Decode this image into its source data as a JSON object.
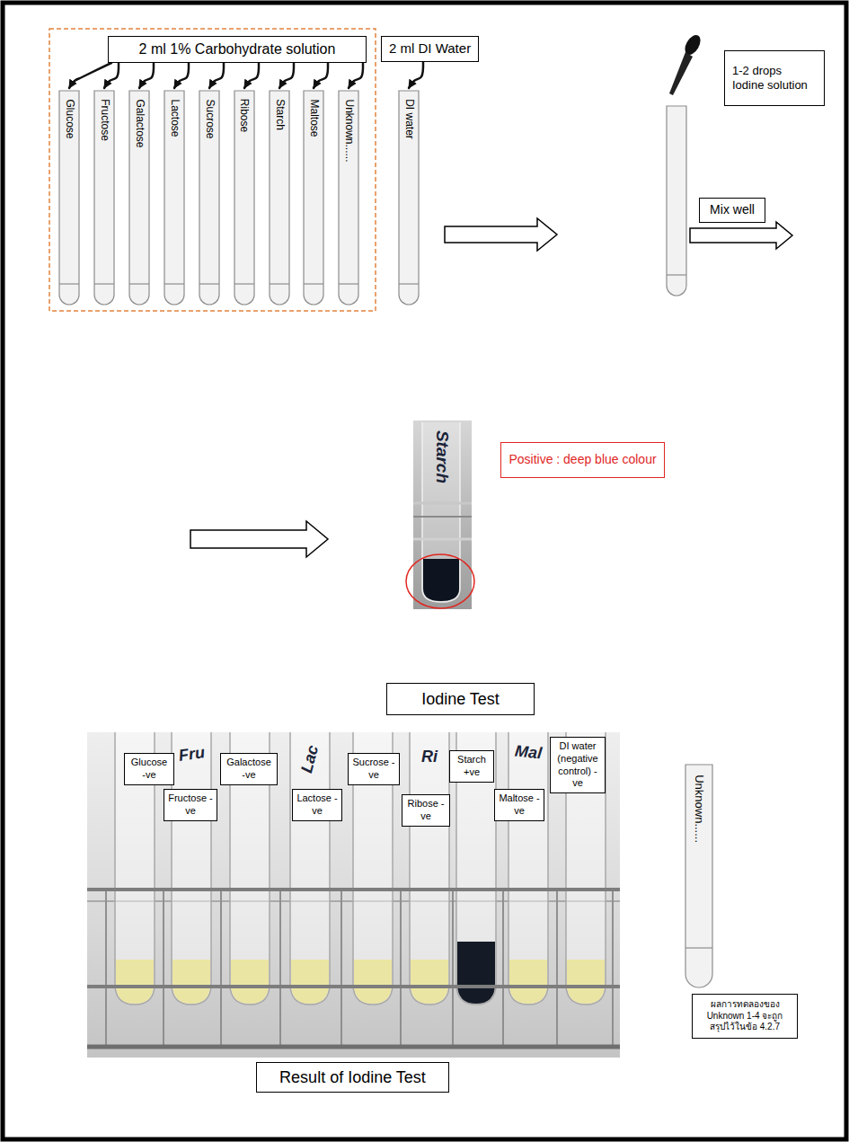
{
  "diagram": {
    "nodes": [
      {
        "text": [
          "2 ml 1% Carbohydrate solution"
        ]
      },
      {
        "text": [
          "2 ml DI Water"
        ]
      },
      {
        "text": [
          "1-2 drops Iodine solution"
        ]
      },
      {
        "text": [
          "Glucose"
        ]
      },
      {
        "text": [
          "Fructose"
        ]
      },
      {
        "text": [
          "Galactose"
        ]
      },
      {
        "text": [
          "Lactose"
        ]
      },
      {
        "text": [
          "Sucrose"
        ]
      },
      {
        "text": [
          "Ribose"
        ]
      },
      {
        "text": [
          "Starch"
        ]
      },
      {
        "text": [
          "Maltose"
        ]
      },
      {
        "text": [
          "Unknown......"
        ]
      },
      {
        "text": [
          "DI water"
        ]
      },
      {
        "text": [
          "Mix well"
        ]
      },
      {
        "text": [
          "Positive : deep blue colour"
        ]
      },
      {
        "text": [
          "Iodine Test"
        ]
      },
      {
        "text": [
          "Glucose -ve"
        ]
      },
      {
        "text": [
          "Fructose -ve"
        ]
      },
      {
        "text": [
          "Galactose -ve"
        ]
      },
      {
        "text": [
          "Lactose -ve"
        ]
      },
      {
        "text": [
          "Sucrose -ve"
        ]
      },
      {
        "text": [
          "Ribose -ve"
        ]
      },
      {
        "text": [
          "Starch +ve"
        ]
      },
      {
        "text": [
          "Maltose -ve"
        ]
      },
      {
        "text": [
          "DI water (negative control) -ve"
        ]
      },
      {
        "text": [
          "Unknown......"
        ]
      },
      {
        "text": [
          "ผลการทดลองของ Unknown 1-4 จะถูก สรุปไว้ในข้อ 4.2.7"
        ]
      },
      {
        "text": [
          "Result of Iodine Test"
        ]
      }
    ],
    "edges": [
      {
        "from": 0,
        "to": 3,
        "arrow": "to"
      },
      {
        "from": 0,
        "to": 4,
        "arrow": "to"
      },
      {
        "from": 0,
        "to": 5,
        "arrow": "to"
      },
      {
        "from": 0,
        "to": 6,
        "arrow": "to"
      },
      {
        "from": 0,
        "to": 7,
        "arrow": "to"
      },
      {
        "from": 0,
        "to": 8,
        "arrow": "to"
      },
      {
        "from": 0,
        "to": 9,
        "arrow": "to"
      },
      {
        "from": 0,
        "to": 10,
        "arrow": "to"
      },
      {
        "from": 0,
        "to": 11,
        "arrow": "to"
      },
      {
        "from": 1,
        "to": 12,
        "arrow": "to"
      }
    ],
    "labels": [
      "Starch",
      "Fru",
      "Lac",
      "Ri",
      "Mal"
    ]
  }
}
